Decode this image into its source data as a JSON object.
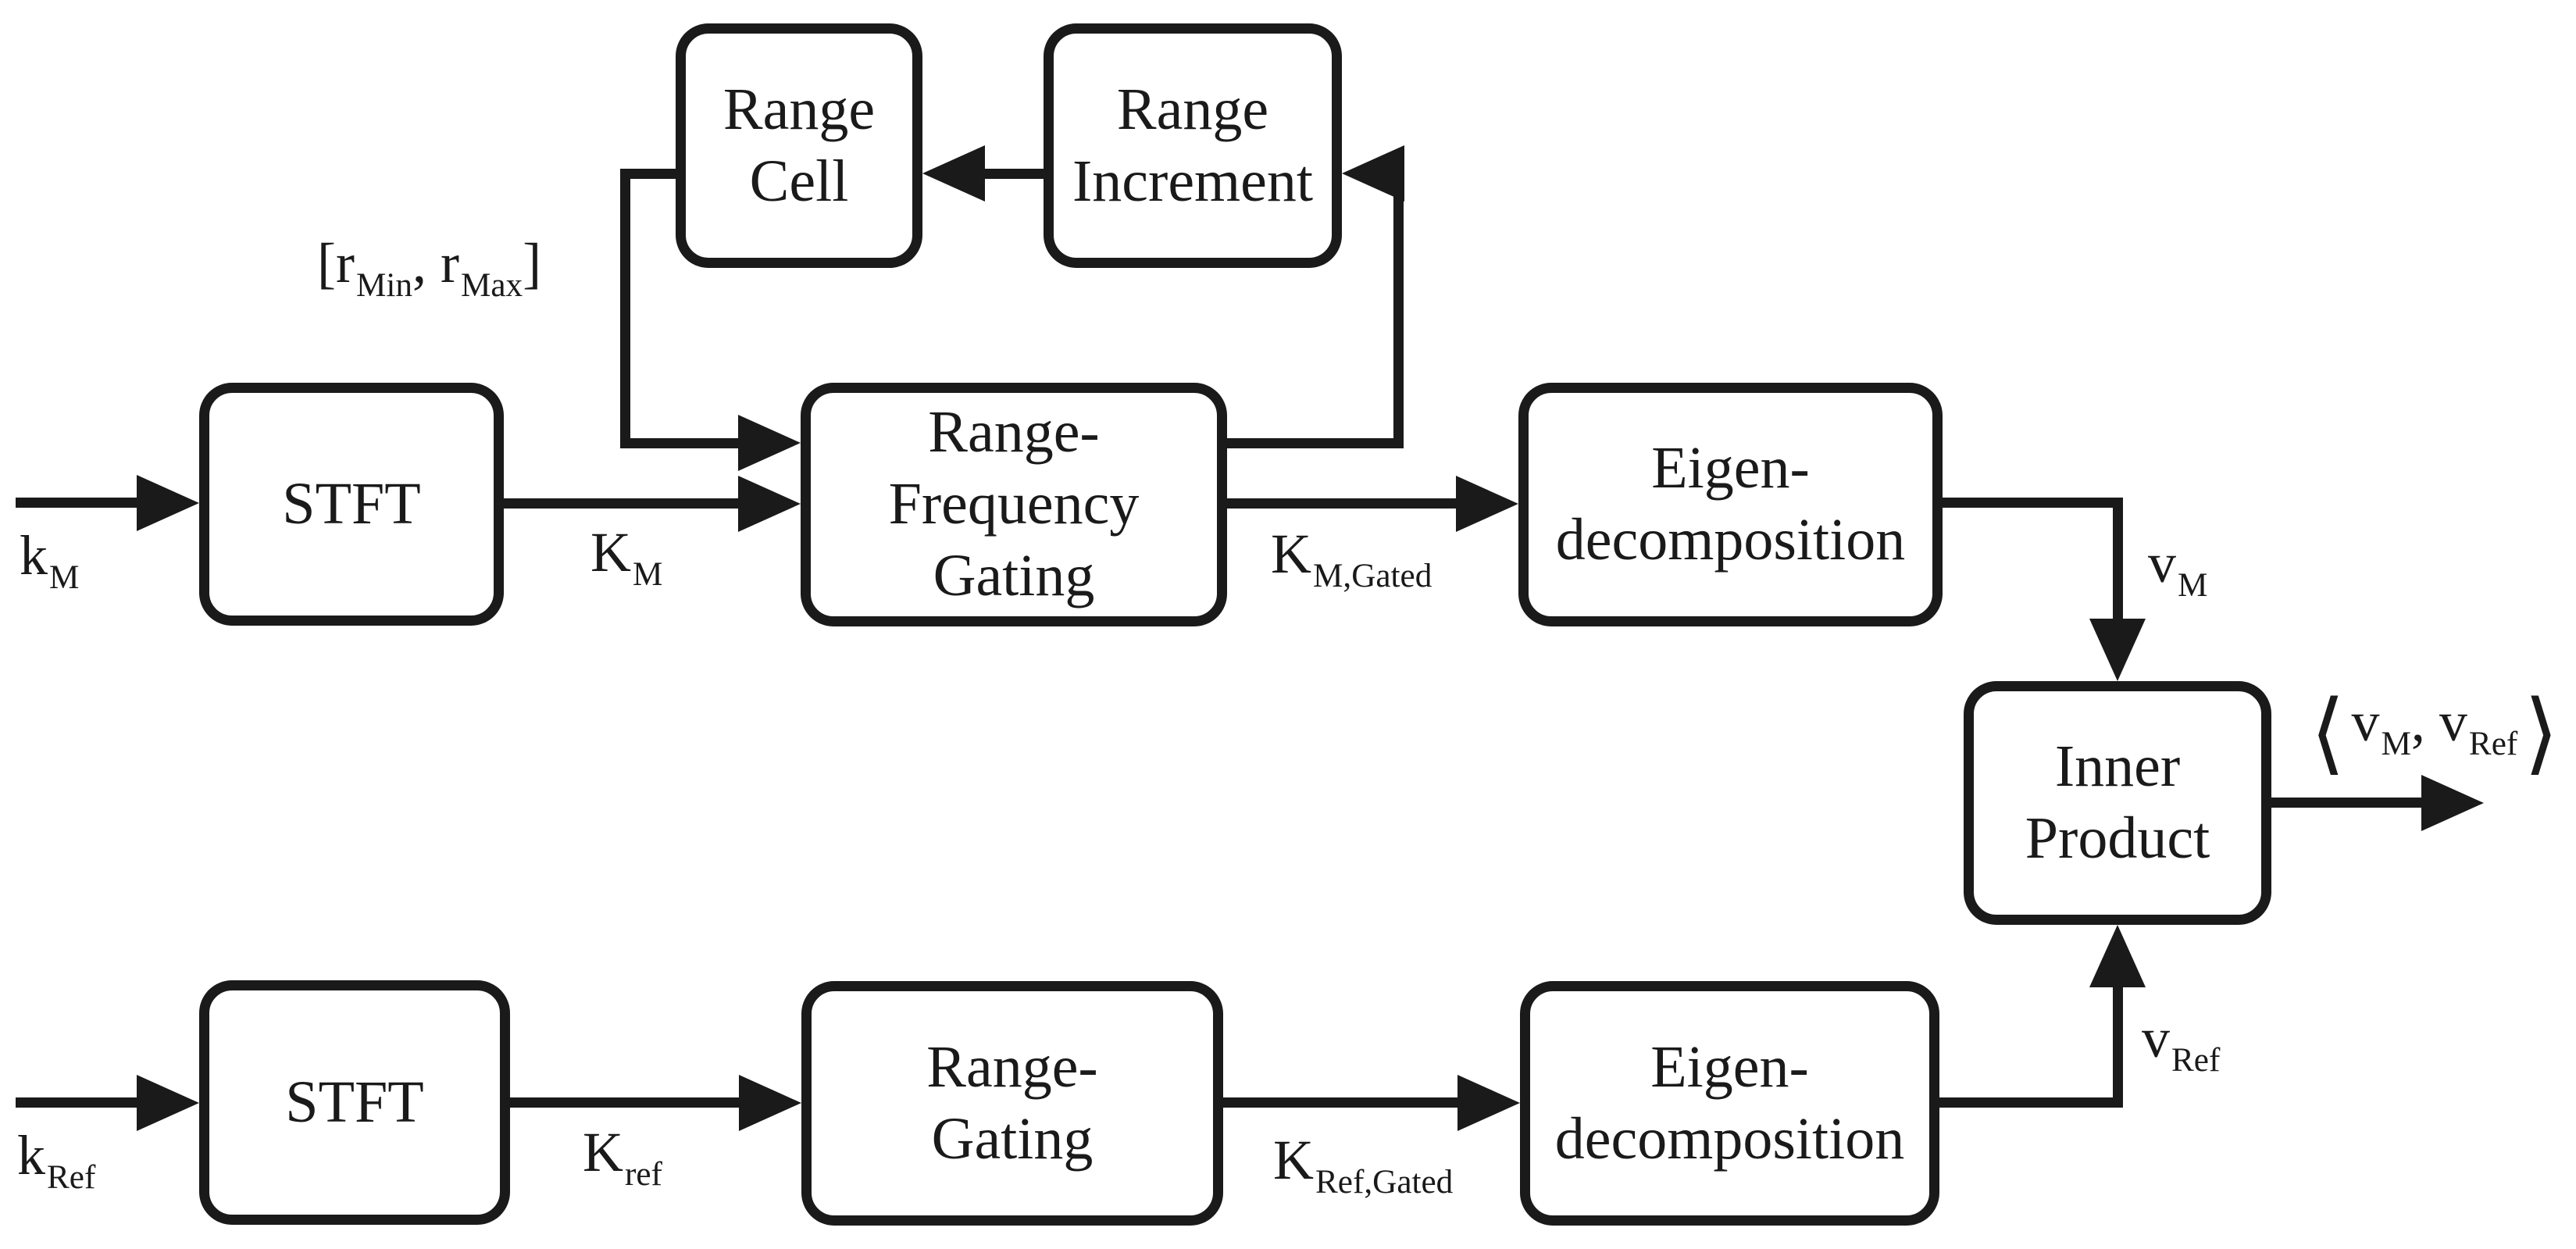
{
  "figure": {
    "type": "block-diagram",
    "description": "Two-channel signal processing chain: STFT outputs are range/frequency gated (with a Range Increment / Range Cell feedback loop providing [rMin, rMax]), eigendecomposed, and compared via an inner product of eigenvectors"
  },
  "colors": {
    "ink": "#1a1a1a",
    "background": "#ffffff"
  },
  "boxes": {
    "range_cell": {
      "lines": [
        "Range",
        "Cell"
      ]
    },
    "range_increment": {
      "lines": [
        "Range",
        "Increment"
      ]
    },
    "stft_top": {
      "lines": [
        "STFT"
      ]
    },
    "range_frequency_gating": {
      "lines": [
        "Range-",
        "Frequency",
        "Gating"
      ]
    },
    "eigen_top": {
      "lines": [
        "Eigen-",
        "decomposition"
      ]
    },
    "inner_product": {
      "lines": [
        "Inner",
        "Product"
      ]
    },
    "stft_bottom": {
      "lines": [
        "STFT"
      ]
    },
    "range_gating": {
      "lines": [
        "Range-",
        "Gating"
      ]
    },
    "eigen_bottom": {
      "lines": [
        "Eigen-",
        "decomposition"
      ]
    }
  },
  "labels": {
    "k_m": {
      "main": "k",
      "sub": "M"
    },
    "K_m": {
      "main": "K",
      "sub": "M"
    },
    "range_interval": {
      "open": "[",
      "r1": "r",
      "sub1": "Min",
      "comma": ", ",
      "r2": "r",
      "sub2": "Max",
      "close": "]"
    },
    "K_m_gated": {
      "main": "K",
      "sub": "M,Gated"
    },
    "v_m": {
      "main": "v",
      "sub": "M"
    },
    "inner_result": {
      "open": "⟨",
      "v1": "v",
      "sub1": "M",
      "comma": ", ",
      "v2": "v",
      "sub2": "Ref",
      "close": "⟩"
    },
    "k_ref": {
      "main": "k",
      "sub": "Ref"
    },
    "K_ref": {
      "main": "K",
      "sub": "ref"
    },
    "K_ref_gated": {
      "main": "K",
      "sub": "Ref,Gated"
    },
    "v_ref": {
      "main": "v",
      "sub": "Ref"
    }
  }
}
